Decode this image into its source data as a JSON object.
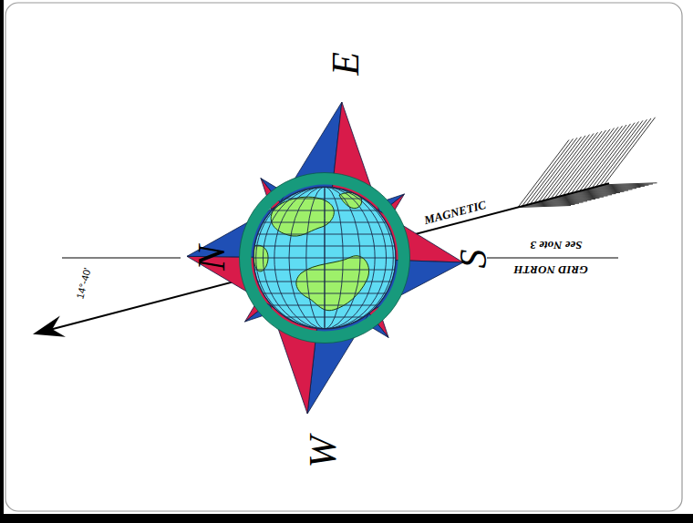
{
  "diagram": {
    "labels": [
      "E",
      "N",
      "S",
      "W",
      "MAGNETIC",
      "GRID NORTH",
      "See Note 3",
      "14°-40'"
    ]
  }
}
